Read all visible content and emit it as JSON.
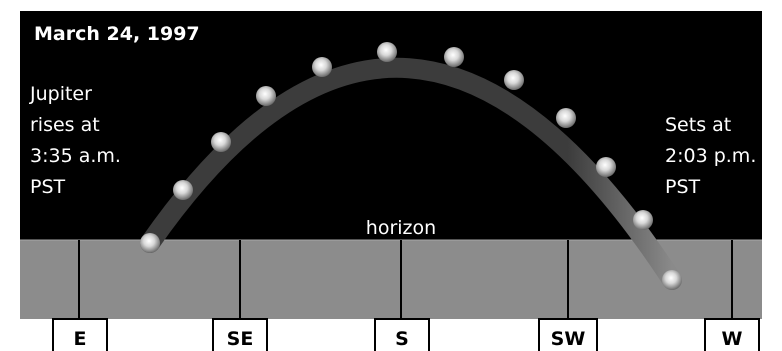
{
  "diagram": {
    "date": "March 24, 1997",
    "rise_note": [
      "Jupiter",
      "rises at",
      "3:35 a.m.",
      "PST"
    ],
    "set_note": [
      "Sets at",
      "2:03 p.m.",
      "PST"
    ],
    "horizon_label": "horizon",
    "directions": [
      "E",
      "SE",
      "S",
      "SW",
      "W"
    ],
    "colors": {
      "sky": "#000000",
      "ground": "#8c8c8c",
      "path": "#3a3a3a",
      "marker": "#cfcfcf",
      "text_light": "#ffffff",
      "text_dark": "#000000"
    }
  }
}
